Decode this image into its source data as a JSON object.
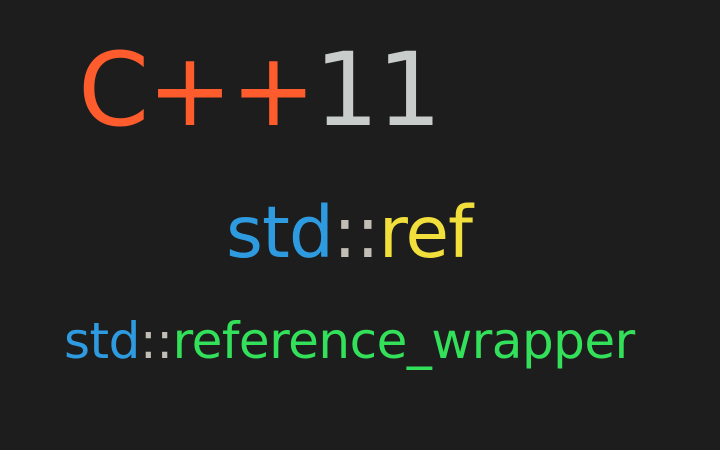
{
  "colors": {
    "background": "#1d1d1d",
    "cpp": "#ff5c2e",
    "version": "#c8ccca",
    "std": "#2e9be0",
    "scope": "#c2bdb5",
    "ref": "#f1df3c",
    "wrapper": "#33e05a"
  },
  "title": {
    "language": "C++",
    "version": "11"
  },
  "line_ref": {
    "namespace": "std",
    "scope": "::",
    "name": "ref"
  },
  "line_wrapper": {
    "namespace": "std",
    "scope": "::",
    "name": "reference_wrapper"
  }
}
